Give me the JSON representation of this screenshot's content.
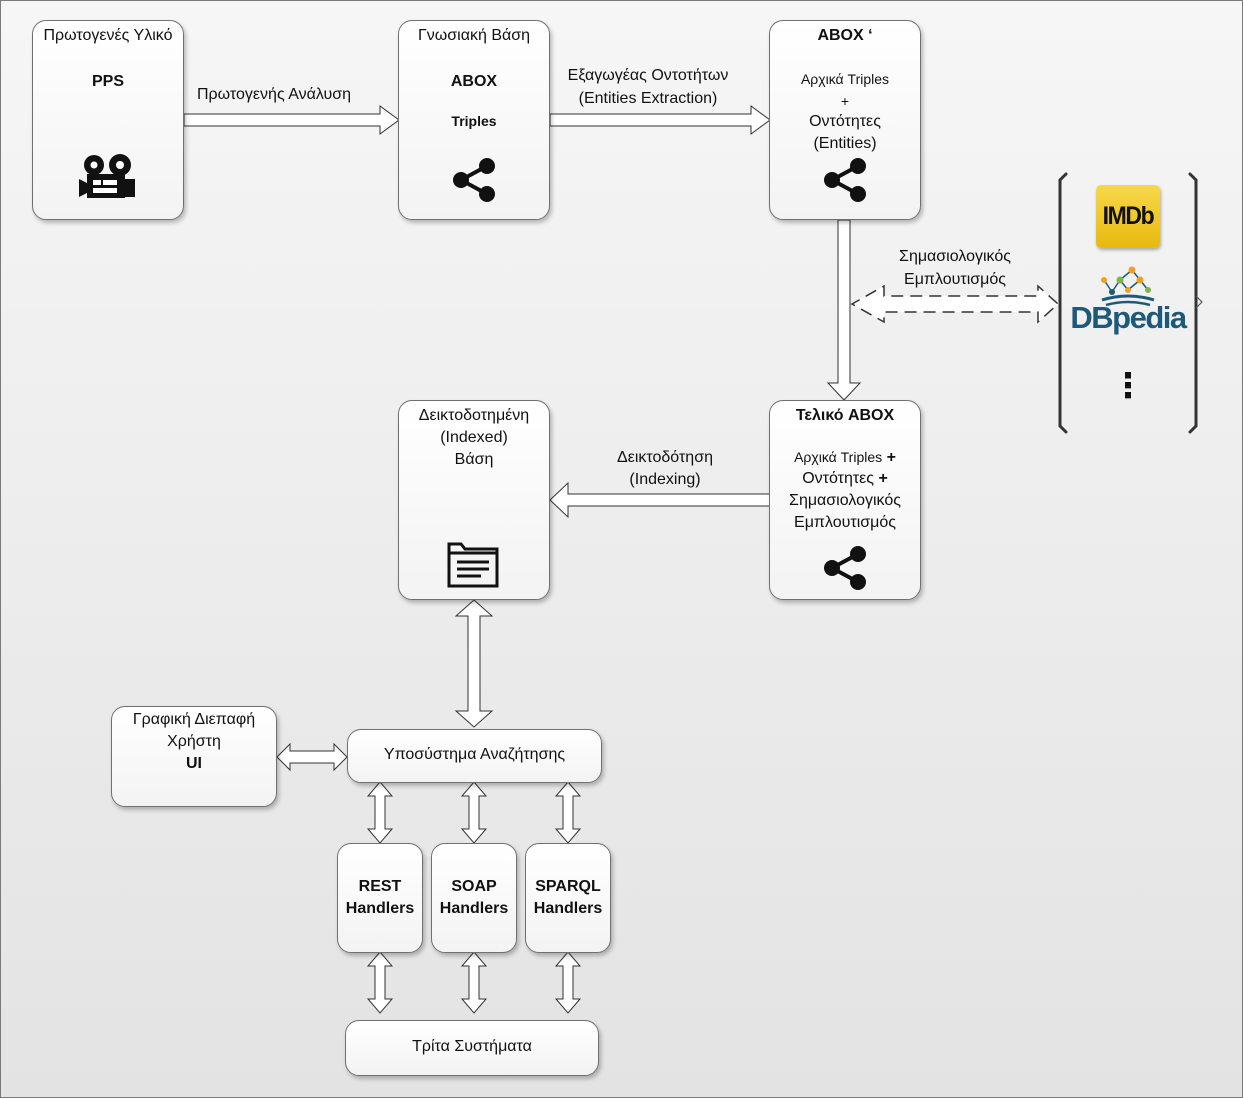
{
  "boxes": {
    "raw": {
      "title": "Πρωτογενές Υλικό",
      "sub": "PPS",
      "icon": "video-camera-icon"
    },
    "kb": {
      "title": "Γνωσιακή Βάση",
      "sub": "ABOX",
      "sub2": "Triples",
      "icon": "share-icon"
    },
    "abox_prime": {
      "title": "ABOX ‘",
      "line1": "Αρχικά Triples",
      "line2": "+",
      "line3": "Οντότητες",
      "line4": "(Entities)",
      "icon": "share-icon"
    },
    "final": {
      "title": "Τελικό ABOX",
      "line1": "Αρχικά Triples",
      "plus1": "+",
      "line2": "Οντότητες",
      "plus2": "+",
      "line3": "Σημασιολογικός",
      "line4": "Εμπλουτισμός",
      "icon": "share-icon"
    },
    "indexed": {
      "line1": "Δεικτοδοτημένη",
      "line2": "(Indexed)",
      "line3": "Βάση",
      "icon": "document-icon"
    },
    "ui": {
      "line1": "Γραφική Διεπαφή",
      "line2": "Χρήστη",
      "line3": "UI"
    },
    "search": {
      "label": "Υποσύστημα Αναζήτησης"
    },
    "rest": {
      "line1": "REST",
      "line2": "Handlers"
    },
    "soap": {
      "line1": "SOAP",
      "line2": "Handlers"
    },
    "sparql": {
      "line1": "SPARQL",
      "line2": "Handlers"
    },
    "third": {
      "label": "Τρίτα Συστήματα"
    }
  },
  "edges": {
    "primary_analysis": "Πρωτογενής Ανάλυση",
    "extraction_line1": "Εξαγωγέας Οντοτήτων",
    "extraction_line2": "(Entities Extraction)",
    "enrichment_line1": "Σημασιολογικός",
    "enrichment_line2": "Εμπλουτισμός",
    "indexing_line1": "Δεικτοδότηση",
    "indexing_line2": "(Indexing)"
  },
  "sources": {
    "imdb": "IMDb",
    "dbpedia": "DBpedia",
    "more": "⋮"
  },
  "colors": {
    "imdb_yellow": "#f5c518",
    "dbpedia_blue": "#1d5a7a",
    "dbpedia_orange": "#f0a020",
    "dbpedia_green": "#7ab648"
  }
}
